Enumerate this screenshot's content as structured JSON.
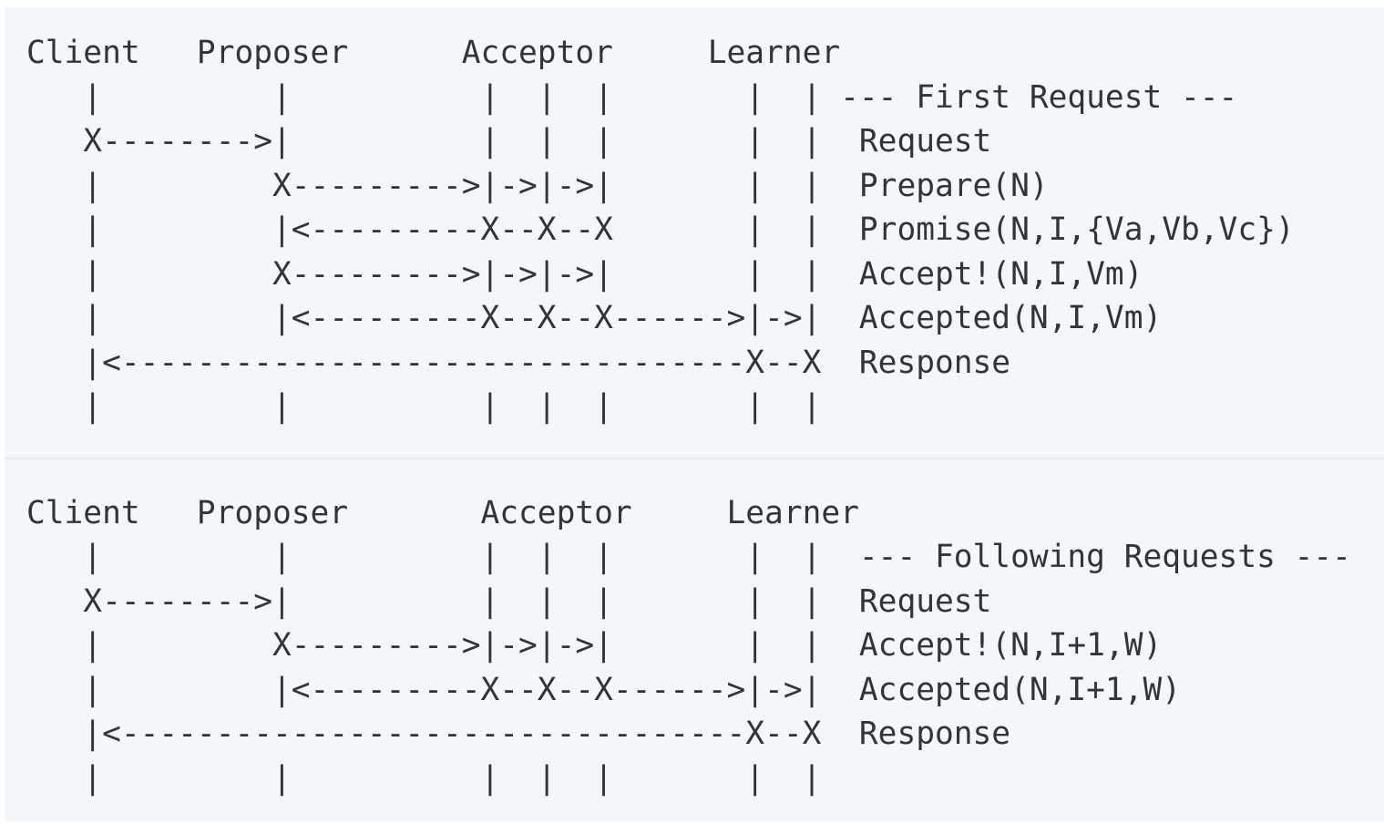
{
  "colors": {
    "page_background": "#ffffff",
    "panel_background": "#f4f7f9",
    "text": "#30353a",
    "divider": "#e8ebee"
  },
  "diagrams": [
    {
      "name": "first-request",
      "phase_title": "--- First Request ---",
      "actors": [
        "Client",
        "Proposer",
        "Acceptor",
        "Learner"
      ],
      "messages": [
        "Request",
        "Prepare(N)",
        "Promise(N,I,{Va,Vb,Vc})",
        "Accept!(N,I,Vm)",
        "Accepted(N,I,Vm)",
        "Response"
      ],
      "lines": [
        "Client   Proposer      Acceptor     Learner",
        "   |         |          |  |  |       |  | --- First Request ---",
        "   X-------->|          |  |  |       |  |  Request",
        "   |         X--------->|->|->|       |  |  Prepare(N)",
        "   |         |<---------X--X--X       |  |  Promise(N,I,{Va,Vb,Vc})",
        "   |         X--------->|->|->|       |  |  Accept!(N,I,Vm)",
        "   |         |<---------X--X--X------>|->|  Accepted(N,I,Vm)",
        "   |<---------------------------------X--X  Response",
        "   |         |          |  |  |       |  |"
      ]
    },
    {
      "name": "following-requests",
      "phase_title": "--- Following Requests ---",
      "actors": [
        "Client",
        "Proposer",
        "Acceptor",
        "Learner"
      ],
      "messages": [
        "Request",
        "Accept!(N,I+1,W)",
        "Accepted(N,I+1,W)",
        "Response"
      ],
      "lines": [
        "Client   Proposer       Acceptor     Learner",
        "   |         |          |  |  |       |  |  --- Following Requests ---",
        "   X-------->|          |  |  |       |  |  Request",
        "   |         X--------->|->|->|       |  |  Accept!(N,I+1,W)",
        "   |         |<---------X--X--X------>|->|  Accepted(N,I+1,W)",
        "   |<---------------------------------X--X  Response",
        "   |         |          |  |  |       |  |"
      ]
    }
  ]
}
